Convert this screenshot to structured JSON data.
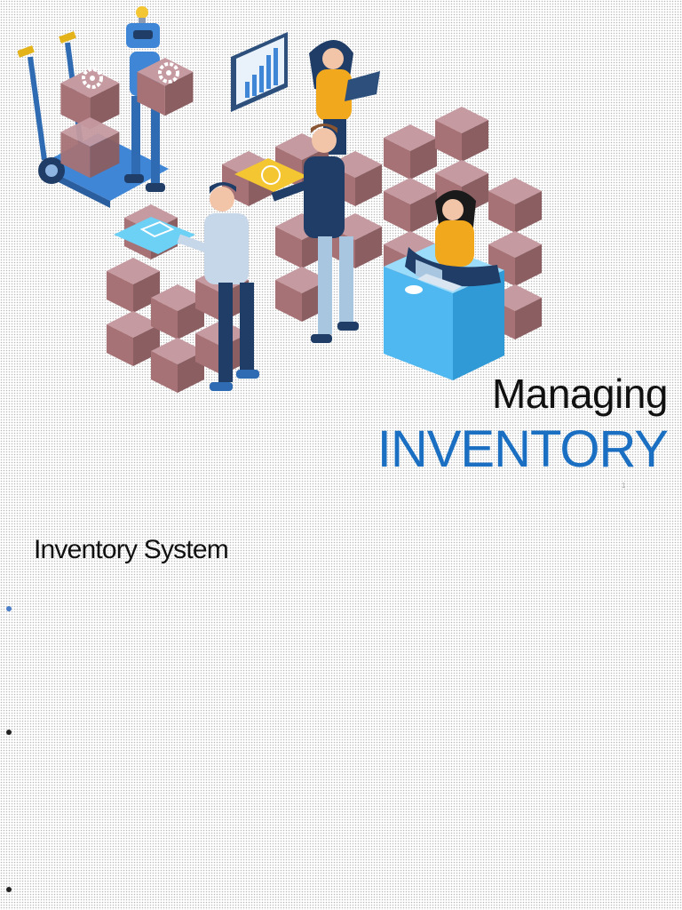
{
  "slide_1": {
    "title_line_1": "Managing",
    "title_line_2": "INVENTORY",
    "slide_number": "1",
    "colors": {
      "title_dark": "#111111",
      "title_accent": "#1a6fc2",
      "box": "#a67276",
      "robot": "#3f86d6",
      "seat_cube": "#4fb8f0"
    }
  },
  "slide_2": {
    "title": "Inventory System",
    "bullets": [
      "",
      "",
      ""
    ]
  }
}
